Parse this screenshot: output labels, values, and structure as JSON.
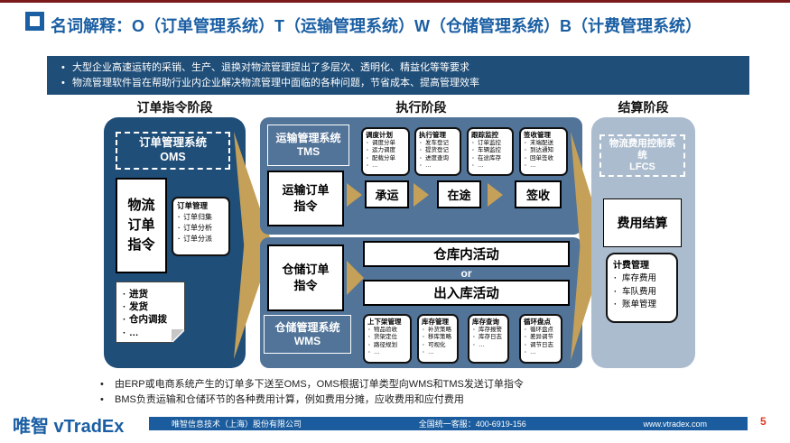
{
  "title": {
    "text": "名词解释：O（订单管理系统）T（运输管理系统）W（仓储管理系统）B（计费管理系统）"
  },
  "intro": {
    "bullets": [
      "大型企业高速运转的采销、生产、退换对物流管理提出了多层次、透明化、精益化等等要求",
      "物流管理软件旨在帮助行业内企业解决物流管理中面临的各种问题，节省成本、提高管理效率"
    ]
  },
  "phases": {
    "order": "订单指令阶段",
    "execution": "执行阶段",
    "settlement": "结算阶段"
  },
  "oms": {
    "system_label": "订单管理系统",
    "system_abbr": "OMS",
    "order_box": "物流\n订单\n指令",
    "callout": {
      "title": "订单管理",
      "bullets": [
        "订单归集",
        "订单分析",
        "订单分派"
      ]
    },
    "note_bullets": [
      "进货",
      "发货",
      "仓内调拨",
      "…"
    ]
  },
  "tms": {
    "system_label": "运输管理系统",
    "system_abbr": "TMS",
    "order_box": "运输订单\n指令",
    "flow": [
      "承运",
      "在途",
      "签收"
    ],
    "callouts": [
      {
        "title": "调度计划",
        "bullets": [
          "调度分单",
          "运力调度",
          "配载分单",
          "…"
        ]
      },
      {
        "title": "执行管理",
        "bullets": [
          "发车登记",
          "提货登记",
          "进度查询",
          "…"
        ]
      },
      {
        "title": "跟踪监控",
        "bullets": [
          "订单监控",
          "车辆监控",
          "在途库存",
          "…"
        ]
      },
      {
        "title": "签收管理",
        "bullets": [
          "末端配送",
          "到达通知",
          "回单签收",
          "…"
        ]
      }
    ]
  },
  "wms": {
    "system_label": "仓储管理系统",
    "system_abbr": "WMS",
    "order_box": "仓储订单\n指令",
    "activity_top": "仓库内活动",
    "or_label": "or",
    "activity_bottom": "出入库活动",
    "callouts": [
      {
        "title": "上下架管理",
        "bullets": [
          "物品验收",
          "货架定位",
          "路径规划",
          "…"
        ]
      },
      {
        "title": "库存管理",
        "bullets": [
          "补货策略",
          "移库策略",
          "可视化",
          "…"
        ]
      },
      {
        "title": "库存查询",
        "bullets": [
          "库存报警",
          "库存日志",
          "…"
        ]
      },
      {
        "title": "循环盘点",
        "bullets": [
          "循环盘点",
          "差异调节",
          "调节日志",
          "…"
        ]
      }
    ]
  },
  "lfcs": {
    "system_label": "物流费用控制系统",
    "system_abbr": "LFCS",
    "settle_box": "费用结算",
    "callout": {
      "title": "计费管理",
      "bullets": [
        "库存费用",
        "车队费用",
        "账单管理"
      ]
    }
  },
  "notes": {
    "bullets": [
      "由ERP或电商系统产生的订单多下送至OMS，OMS根据订单类型向WMS和TMS发送订单指令",
      "BMS负责运输和仓储环节的各种费用计算，例如费用分摊，应收费用和应付费用"
    ]
  },
  "footer": {
    "logo": "唯智 vTradEx",
    "company": "唯智信息技术（上海）股份有限公司",
    "hotline": "全国统一客服：400-6919-156",
    "website": "www.vtradex.com",
    "page": "5"
  },
  "colors": {
    "dark_blue": "#1F4E79",
    "slate_blue": "#527499",
    "light_blue": "#ACBCCF",
    "gold": "#C5A059",
    "title_blue": "#1A5EA3",
    "page_red": "#E03A20"
  }
}
